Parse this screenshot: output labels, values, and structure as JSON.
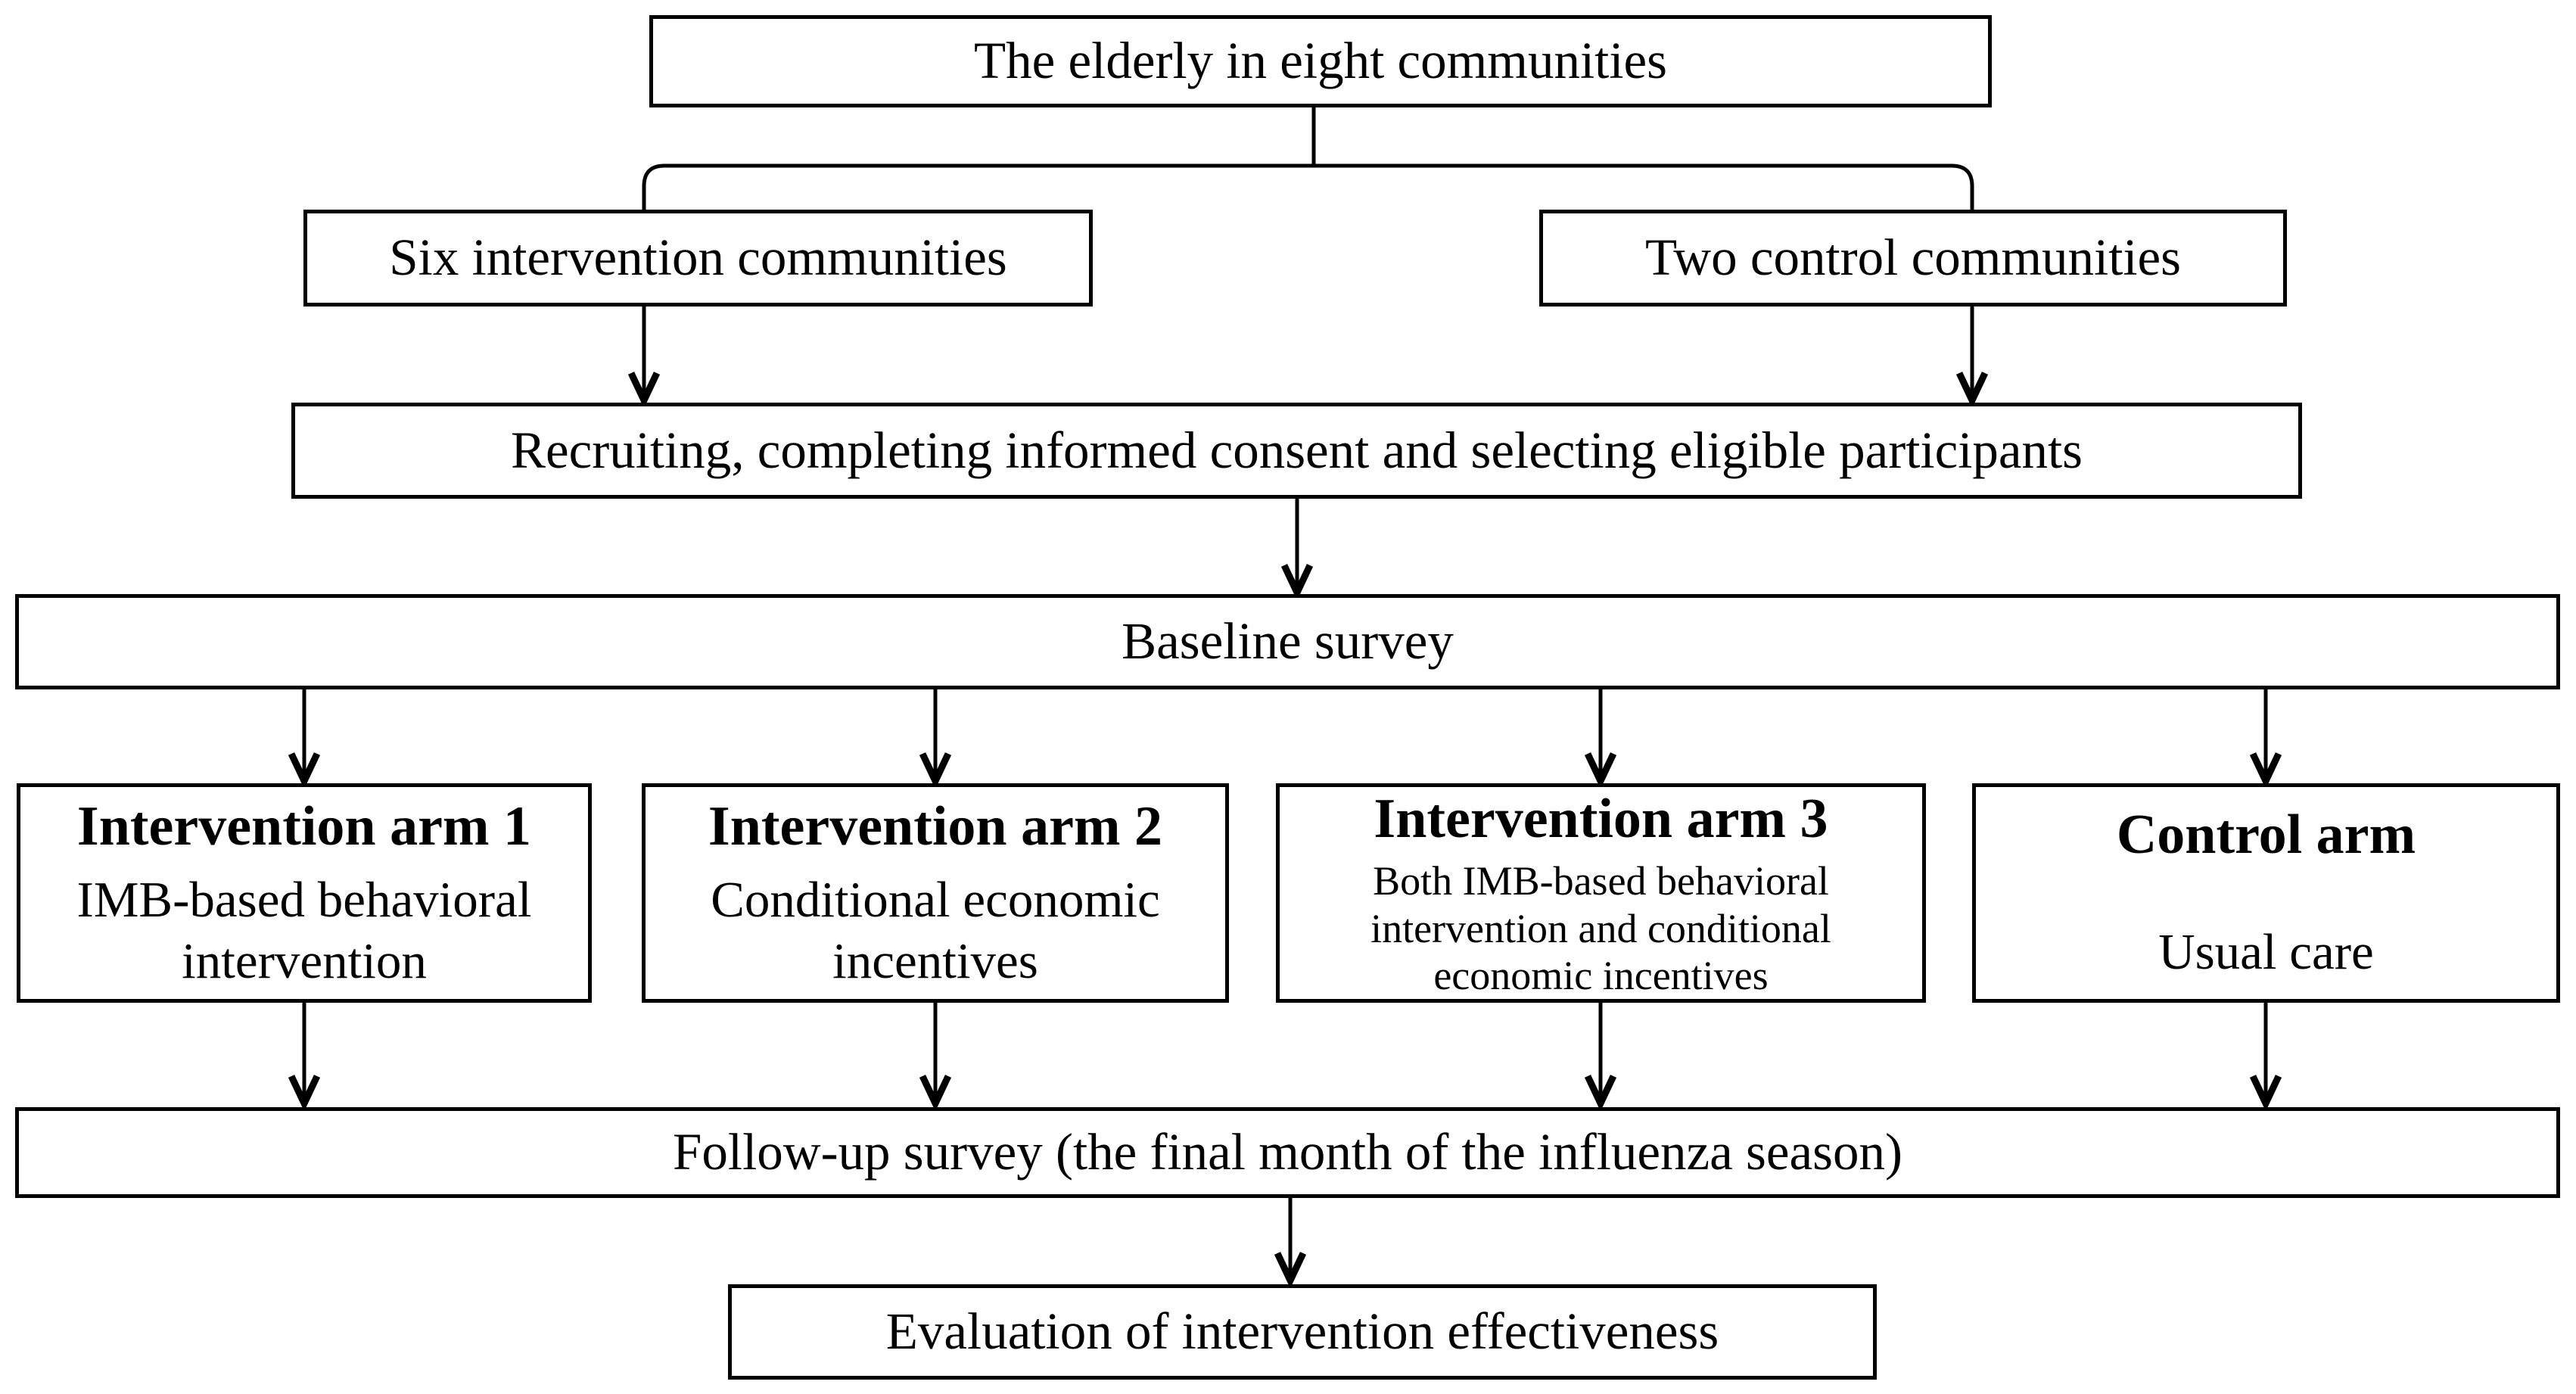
{
  "colors": {
    "line": "#000000",
    "box_background": "#ffffff",
    "text": "#000000"
  },
  "nodes": {
    "population": {
      "label": "The elderly in eight communities"
    },
    "intervention_communities": {
      "label": "Six intervention communities"
    },
    "control_communities": {
      "label": "Two control communities"
    },
    "recruitment": {
      "label": "Recruiting, completing informed consent and selecting eligible participants"
    },
    "baseline": {
      "label": "Baseline survey"
    },
    "arm1": {
      "title": "Intervention arm 1",
      "description": "IMB-based behavioral intervention"
    },
    "arm2": {
      "title": "Intervention arm 2",
      "description": "Conditional economic incentives"
    },
    "arm3": {
      "title": "Intervention arm 3",
      "description": "Both IMB-based behavioral intervention and conditional economic incentives"
    },
    "control_arm": {
      "title": "Control arm",
      "description": "Usual care"
    },
    "followup": {
      "label": "Follow-up survey (the final month of the influenza season)"
    },
    "evaluation": {
      "label": "Evaluation of intervention effectiveness"
    }
  }
}
